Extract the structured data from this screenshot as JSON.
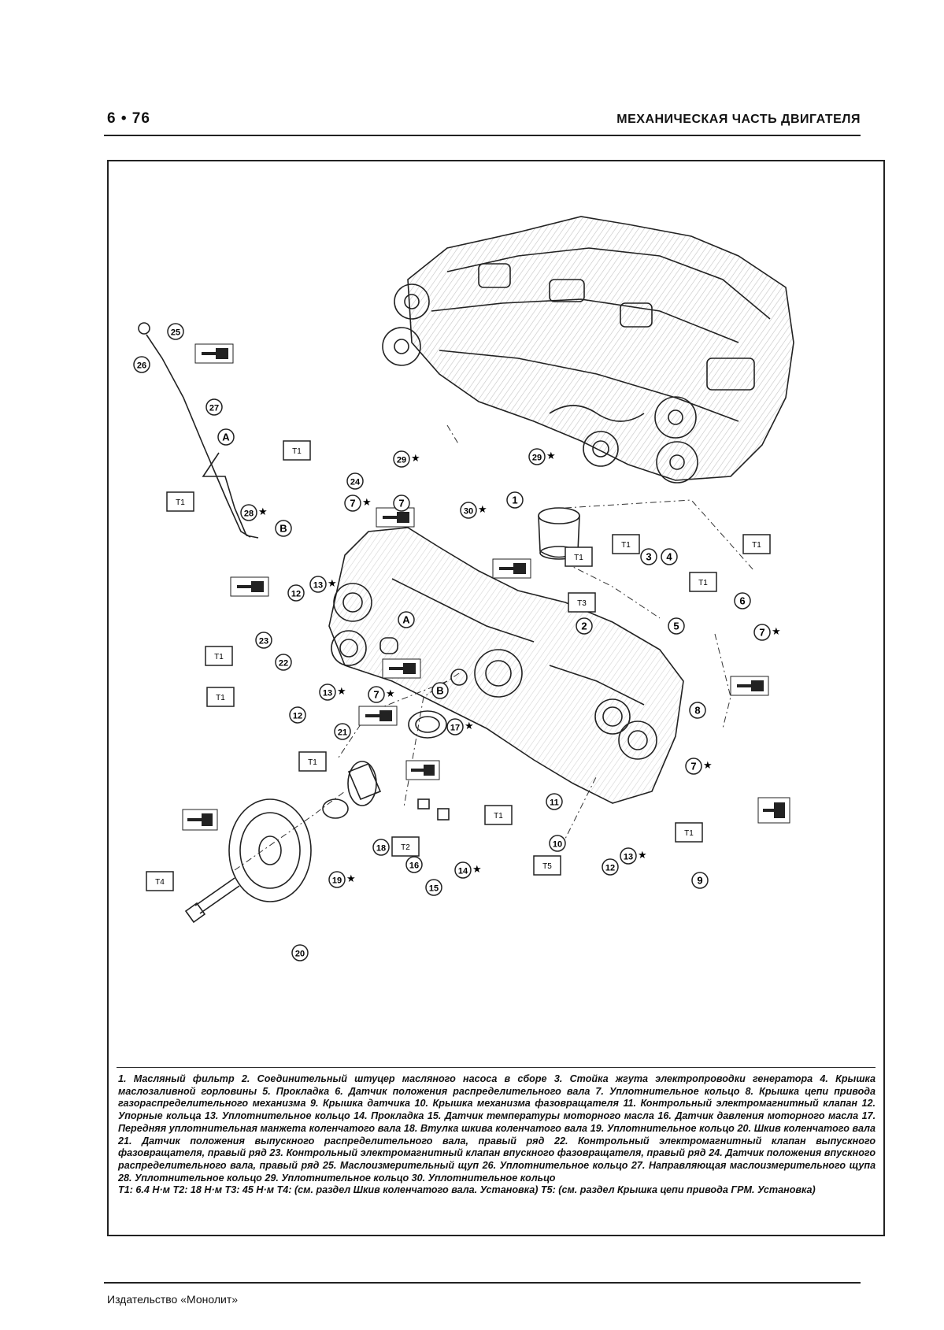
{
  "header": {
    "page_number": "6 • 76",
    "running_title": "МЕХАНИЧЕСКАЯ ЧАСТЬ ДВИГАТЕЛЯ"
  },
  "figure": {
    "callouts": [
      {
        "id": "c1",
        "label": "1"
      },
      {
        "id": "c2",
        "label": "2"
      },
      {
        "id": "c3",
        "label": "3"
      },
      {
        "id": "c4",
        "label": "4"
      },
      {
        "id": "c5",
        "label": "5"
      },
      {
        "id": "c6",
        "label": "6"
      },
      {
        "id": "c7a",
        "label": "7"
      },
      {
        "id": "c7b",
        "label": "7"
      },
      {
        "id": "c7c",
        "label": "7"
      },
      {
        "id": "c7d",
        "label": "7"
      },
      {
        "id": "c7e",
        "label": "7"
      },
      {
        "id": "c8",
        "label": "8"
      },
      {
        "id": "c9",
        "label": "9"
      },
      {
        "id": "c10",
        "label": "10"
      },
      {
        "id": "c11",
        "label": "11"
      },
      {
        "id": "c12a",
        "label": "12"
      },
      {
        "id": "c12b",
        "label": "12"
      },
      {
        "id": "c12c",
        "label": "12"
      },
      {
        "id": "c13a",
        "label": "13"
      },
      {
        "id": "c13b",
        "label": "13"
      },
      {
        "id": "c13c",
        "label": "13"
      },
      {
        "id": "c14",
        "label": "14"
      },
      {
        "id": "c15",
        "label": "15"
      },
      {
        "id": "c16",
        "label": "16"
      },
      {
        "id": "c17",
        "label": "17"
      },
      {
        "id": "c18",
        "label": "18"
      },
      {
        "id": "c19",
        "label": "19"
      },
      {
        "id": "c20",
        "label": "20"
      },
      {
        "id": "c21",
        "label": "21"
      },
      {
        "id": "c22",
        "label": "22"
      },
      {
        "id": "c23",
        "label": "23"
      },
      {
        "id": "c24",
        "label": "24"
      },
      {
        "id": "c25",
        "label": "25"
      },
      {
        "id": "c26",
        "label": "26"
      },
      {
        "id": "c27",
        "label": "27"
      },
      {
        "id": "c28",
        "label": "28"
      },
      {
        "id": "c29a",
        "label": "29"
      },
      {
        "id": "c29b",
        "label": "29"
      },
      {
        "id": "c30",
        "label": "30"
      },
      {
        "id": "cA1",
        "label": "A"
      },
      {
        "id": "cA2",
        "label": "A"
      },
      {
        "id": "cB1",
        "label": "B"
      },
      {
        "id": "cB2",
        "label": "B"
      }
    ],
    "torque_boxes": [
      {
        "id": "t1a",
        "label": "T1"
      },
      {
        "id": "t1b",
        "label": "T1"
      },
      {
        "id": "t1c",
        "label": "T1"
      },
      {
        "id": "t1d",
        "label": "T1"
      },
      {
        "id": "t1e",
        "label": "T1"
      },
      {
        "id": "t1f",
        "label": "T1"
      },
      {
        "id": "t1g",
        "label": "T1"
      },
      {
        "id": "t1h",
        "label": "T1"
      },
      {
        "id": "t1i",
        "label": "T1"
      },
      {
        "id": "t1j",
        "label": "T1"
      },
      {
        "id": "t1k",
        "label": "T1"
      },
      {
        "id": "t2",
        "label": "T2"
      },
      {
        "id": "t3",
        "label": "T3"
      },
      {
        "id": "t4",
        "label": "T4"
      },
      {
        "id": "t5",
        "label": "T5"
      }
    ],
    "star": "★"
  },
  "caption": {
    "items": [
      {
        "n": "1.",
        "t": "Масляный фильтр"
      },
      {
        "n": "2.",
        "t": "Соединительный штуцер масляного насоса в сборе"
      },
      {
        "n": "3.",
        "t": "Стойка жгута электропроводки генератора"
      },
      {
        "n": "4.",
        "t": "Крышка маслозаливной горловины"
      },
      {
        "n": "5.",
        "t": "Прокладка"
      },
      {
        "n": "6.",
        "t": "Датчик положения распределительного вала"
      },
      {
        "n": "7.",
        "t": "Уплотнительное кольцо"
      },
      {
        "n": "8.",
        "t": "Крышка цепи привода газораспределительного механизма"
      },
      {
        "n": "9.",
        "t": "Крышка датчика"
      },
      {
        "n": "10.",
        "t": "Крышка механизма фазовращателя"
      },
      {
        "n": "11.",
        "t": "Контрольный электромагнитный клапан"
      },
      {
        "n": "12.",
        "t": "Упорные кольца"
      },
      {
        "n": "13.",
        "t": "Уплотнительное кольцо"
      },
      {
        "n": "14.",
        "t": "Прокладка"
      },
      {
        "n": "15.",
        "t": "Датчик температуры моторного масла"
      },
      {
        "n": "16.",
        "t": "Датчик давления моторного масла"
      },
      {
        "n": "17.",
        "t": "Передняя уплотнительная манжета коленчатого вала"
      },
      {
        "n": "18.",
        "t": "Втулка шкива коленчатого вала"
      },
      {
        "n": "19.",
        "t": "Уплотнительное кольцо"
      },
      {
        "n": "20.",
        "t": "Шкив коленчатого вала"
      },
      {
        "n": "21.",
        "t": "Датчик положения выпускного распределительного вала, правый ряд"
      },
      {
        "n": "22.",
        "t": "Контрольный электромагнитный клапан выпускного фазовращателя, правый ряд"
      },
      {
        "n": "23.",
        "t": "Контрольный электромагнитный клапан впускного фазовращателя, правый ряд"
      },
      {
        "n": "24.",
        "t": "Датчик положения впускного распределительного вала, правый ряд"
      },
      {
        "n": "25.",
        "t": "Маслоизмерительный щуп"
      },
      {
        "n": "26.",
        "t": "Уплотнительное кольцо"
      },
      {
        "n": "27.",
        "t": "Направляющая маслоизмерительного щупа"
      },
      {
        "n": "28.",
        "t": "Уплотнительное кольцо"
      },
      {
        "n": "29.",
        "t": "Уплотнительное кольцо"
      },
      {
        "n": "30.",
        "t": "Уплотнительное кольцо"
      }
    ],
    "torques": [
      {
        "n": "T1:",
        "t": "6.4 Н·м"
      },
      {
        "n": "T2:",
        "t": "18 Н·м"
      },
      {
        "n": "T3:",
        "t": "45 Н·м"
      },
      {
        "n": "T4:",
        "t": "(см. раздел Шкив коленчатого вала. Установка)"
      },
      {
        "n": "T5:",
        "t": "(см. раздел Крышка цепи привода ГРМ. Установка)"
      }
    ]
  },
  "footer": {
    "publisher": "Издательство «Монолит»"
  }
}
